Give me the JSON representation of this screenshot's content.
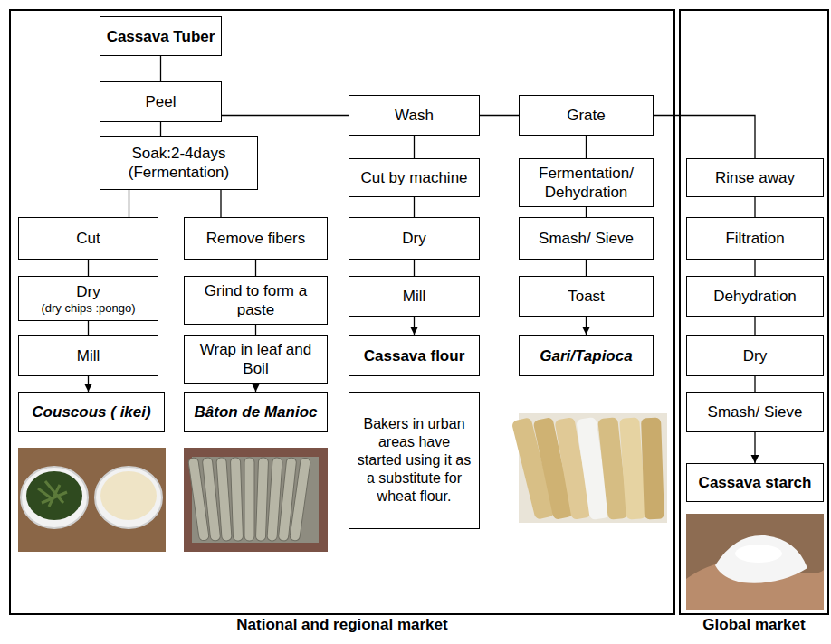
{
  "diagram": {
    "nodes": [
      {
        "text": [
          "National and regional market"
        ]
      },
      {
        "text": [
          "Global market"
        ]
      },
      {
        "text": [
          "Cassava Tuber"
        ],
        "in": 0
      },
      {
        "text": [
          "Peel"
        ],
        "in": 0
      },
      {
        "text": [
          "Soak:2-4days (Fermentation)"
        ],
        "in": 0
      },
      {
        "text": [
          "Wash"
        ],
        "in": 0
      },
      {
        "text": [
          "Grate"
        ],
        "in": 0
      },
      {
        "text": [
          "Cut"
        ],
        "in": 0
      },
      {
        "text": [
          "Remove fibers"
        ],
        "in": 0
      },
      {
        "text": [
          "Dry",
          "(dry chips :pongo)"
        ],
        "in": 0
      },
      {
        "text": [
          "Grind to form a paste"
        ],
        "in": 0
      },
      {
        "text": [
          "Mill"
        ],
        "in": 0
      },
      {
        "text": [
          "Wrap in leaf and Boil"
        ],
        "in": 0
      },
      {
        "text": [
          "Couscous ( ikei)"
        ],
        "in": 0
      },
      {
        "text": [
          "Bâton de Manioc"
        ],
        "in": 0
      },
      {
        "text": [
          "Cut by machine"
        ],
        "in": 0
      },
      {
        "text": [
          "Dry"
        ],
        "in": 0
      },
      {
        "text": [
          "Mill"
        ],
        "in": 0
      },
      {
        "text": [
          "Cassava flour"
        ],
        "in": 0
      },
      {
        "text": [
          "Bakers in urban areas have started using it as a substitute for wheat flour."
        ],
        "in": 0
      },
      {
        "text": [
          "Fermentation/ Dehydration"
        ],
        "in": 0
      },
      {
        "text": [
          "Smash/ Sieve"
        ],
        "in": 0
      },
      {
        "text": [
          "Toast"
        ],
        "in": 0
      },
      {
        "text": [
          "Gari/Tapioca"
        ],
        "in": 0
      },
      {
        "text": [
          "Rinse away"
        ],
        "in": 1
      },
      {
        "text": [
          "Filtration"
        ],
        "in": 1
      },
      {
        "text": [
          "Dehydration"
        ],
        "in": 1
      },
      {
        "text": [
          "Dry"
        ],
        "in": 1
      },
      {
        "text": [
          "Smash/ Sieve"
        ],
        "in": 1
      },
      {
        "text": [
          "Cassava starch"
        ],
        "in": 1
      }
    ],
    "edges": [
      {
        "from": 2,
        "to": 3,
        "arrow": "none"
      },
      {
        "from": 3,
        "to": 4,
        "arrow": "none"
      },
      {
        "from": 3,
        "to": 5,
        "arrow": "none"
      },
      {
        "from": 5,
        "to": 6,
        "arrow": "none"
      },
      {
        "from": 6,
        "to": 24,
        "arrow": "none"
      },
      {
        "from": 4,
        "to": 7,
        "arrow": "none"
      },
      {
        "from": 4,
        "to": 8,
        "arrow": "none"
      },
      {
        "from": 7,
        "to": 9,
        "arrow": "none"
      },
      {
        "from": 9,
        "to": 11,
        "arrow": "none"
      },
      {
        "from": 11,
        "to": 13,
        "arrow": "to"
      },
      {
        "from": 8,
        "to": 10,
        "arrow": "none"
      },
      {
        "from": 10,
        "to": 12,
        "arrow": "none"
      },
      {
        "from": 12,
        "to": 14,
        "arrow": "to"
      },
      {
        "from": 5,
        "to": 15,
        "arrow": "none"
      },
      {
        "from": 15,
        "to": 16,
        "arrow": "none"
      },
      {
        "from": 16,
        "to": 17,
        "arrow": "none"
      },
      {
        "from": 17,
        "to": 18,
        "arrow": "to"
      },
      {
        "from": 6,
        "to": 20,
        "arrow": "none"
      },
      {
        "from": 20,
        "to": 21,
        "arrow": "none"
      },
      {
        "from": 21,
        "to": 22,
        "arrow": "none"
      },
      {
        "from": 22,
        "to": 23,
        "arrow": "to"
      },
      {
        "from": 24,
        "to": 25,
        "arrow": "none"
      },
      {
        "from": 25,
        "to": 26,
        "arrow": "none"
      },
      {
        "from": 26,
        "to": 27,
        "arrow": "none"
      },
      {
        "from": 27,
        "to": 28,
        "arrow": "none"
      },
      {
        "from": 28,
        "to": 29,
        "arrow": "to"
      }
    ]
  }
}
